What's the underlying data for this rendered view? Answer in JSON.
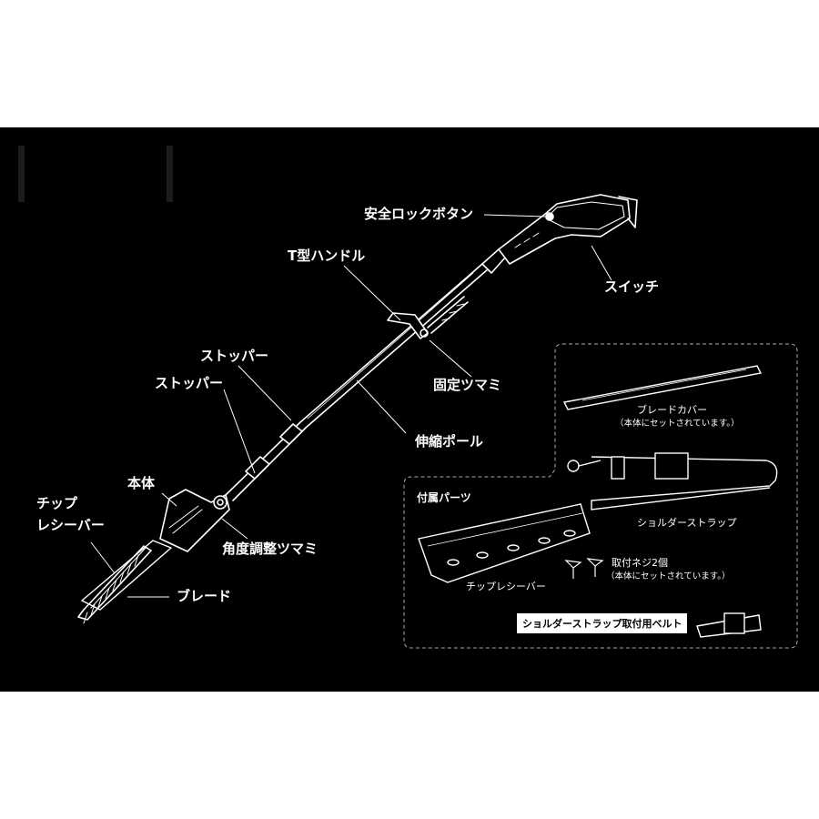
{
  "labels": {
    "safety_lock_button": "安全ロックボタン",
    "t_handle": "T型ハンドル",
    "switch": "スイッチ",
    "fixing_knob": "固定ツマミ",
    "stopper_upper": "ストッパー",
    "stopper_lower": "ストッパー",
    "telescopic_pole": "伸縮ポール",
    "body": "本体",
    "chip_receiver_line1": "チップ",
    "chip_receiver_line2": "レシーバー",
    "angle_knob": "角度調整ツマミ",
    "blade": "ブレード"
  },
  "accessories": {
    "header": "付属パーツ",
    "blade_cover": "ブレードカバー",
    "blade_cover_note": "（本体にセットされています。）",
    "shoulder_strap": "ショルダーストラップ",
    "chip_receiver": "チップレシーバー",
    "screws": "取付ネジ2個",
    "screws_note": "（本体にセットされています。）",
    "strap_belt": "ショルダーストラップ取付用ベルト"
  }
}
